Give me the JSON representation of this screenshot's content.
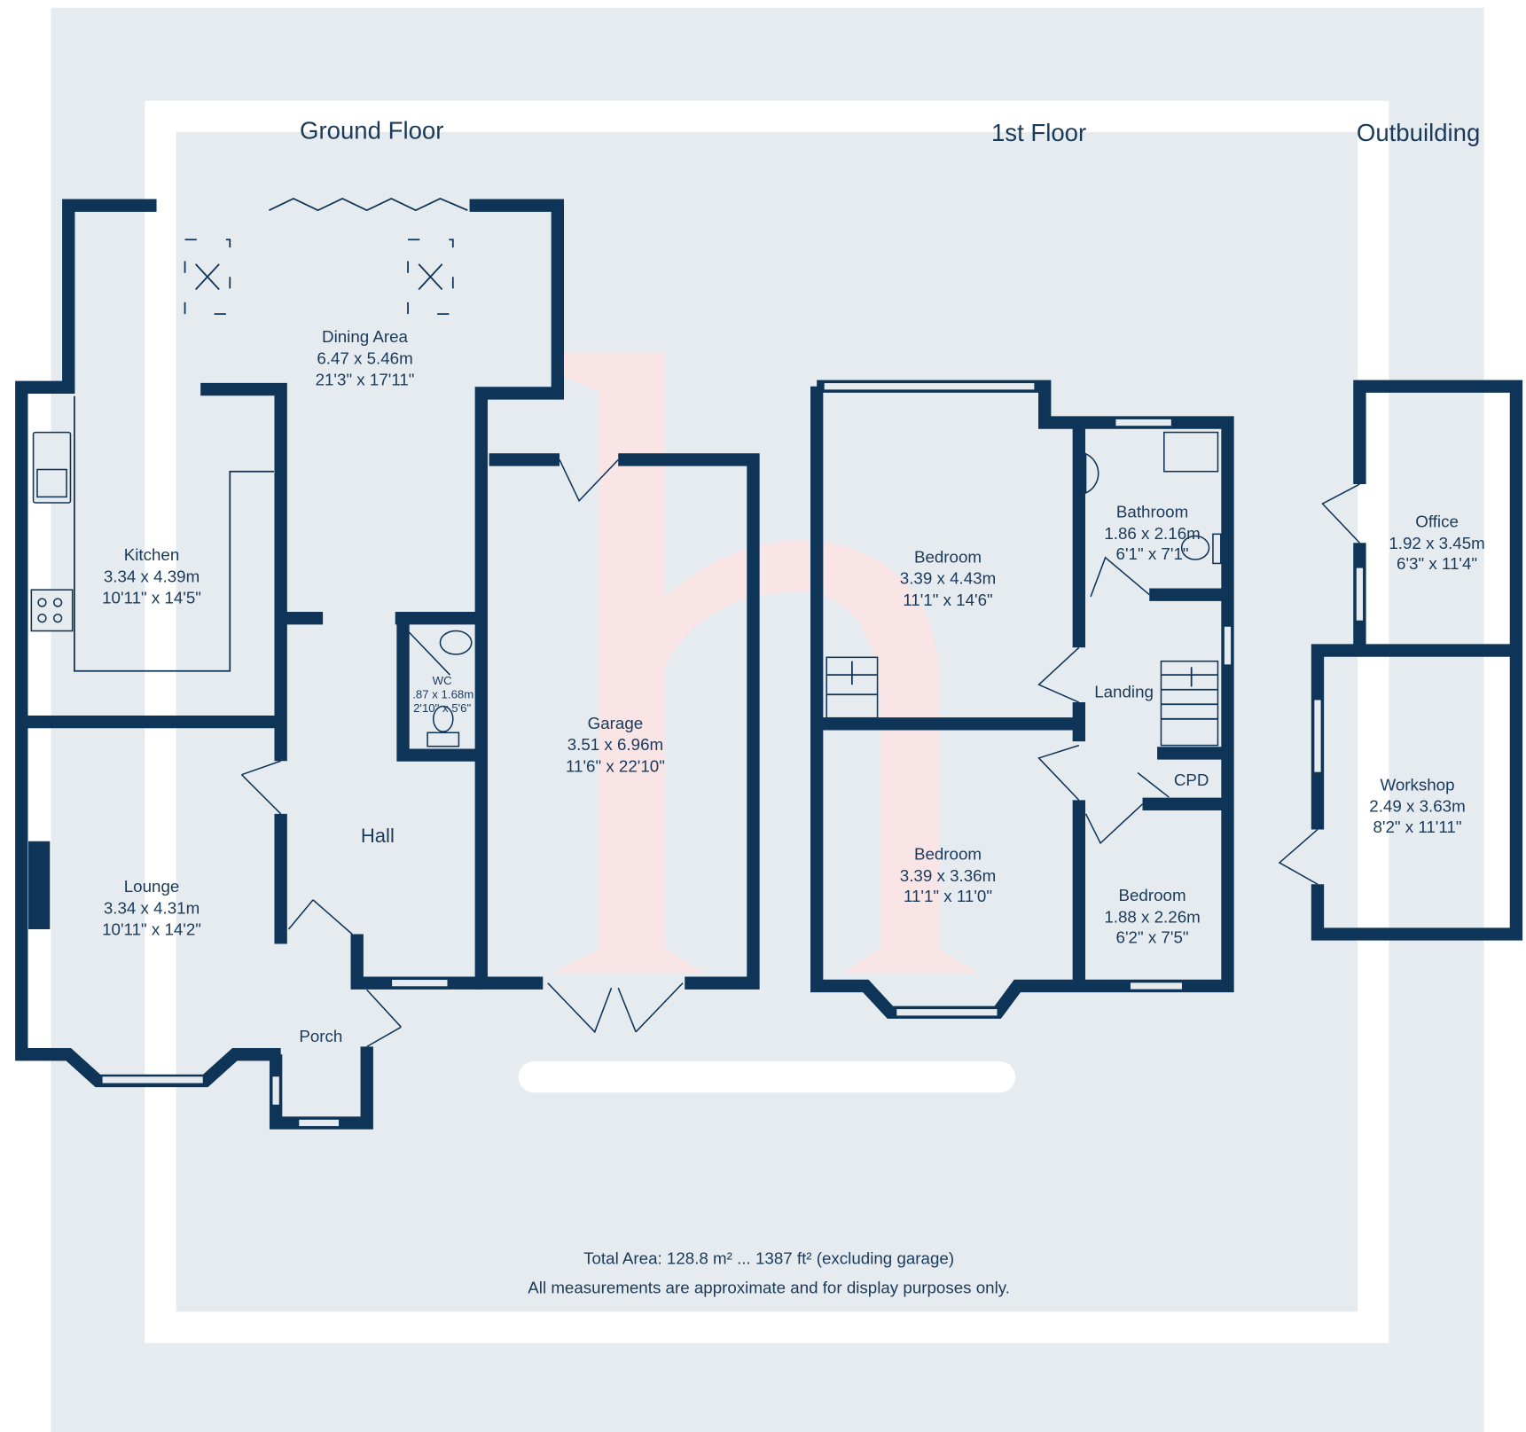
{
  "floors": {
    "ground": "Ground Floor",
    "first": "1st Floor",
    "outbuilding": "Outbuilding"
  },
  "rooms": {
    "dining": {
      "name": "Dining Area",
      "metric": "6.47 x 5.46m",
      "imperial": "21'3\" x 17'11\""
    },
    "kitchen": {
      "name": "Kitchen",
      "metric": "3.34 x 4.39m",
      "imperial": "10'11\" x 14'5\""
    },
    "lounge": {
      "name": "Lounge",
      "metric": "3.34 x 4.31m",
      "imperial": "10'11\" x 14'2\""
    },
    "wc": {
      "name": "WC",
      "metric": ".87 x 1.68m",
      "imperial": "2'10\" x 5'6\""
    },
    "hall": {
      "name": "Hall"
    },
    "porch": {
      "name": "Porch"
    },
    "garage": {
      "name": "Garage",
      "metric": "3.51 x 6.96m",
      "imperial": "11'6\" x 22'10\""
    },
    "bedroom1": {
      "name": "Bedroom",
      "metric": "3.39 x 4.43m",
      "imperial": "11'1\" x 14'6\""
    },
    "bathroom": {
      "name": "Bathroom",
      "metric": "1.86 x 2.16m",
      "imperial": "6'1\" x 7'1\""
    },
    "landing": {
      "name": "Landing"
    },
    "cpd": {
      "name": "CPD"
    },
    "bedroom2": {
      "name": "Bedroom",
      "metric": "3.39 x 3.36m",
      "imperial": "11'1\" x 11'0\""
    },
    "bedroom3": {
      "name": "Bedroom",
      "metric": "1.88 x 2.26m",
      "imperial": "6'2\" x 7'5\""
    },
    "office": {
      "name": "Office",
      "metric": "1.92 x 3.45m",
      "imperial": "6'3\" x 11'4\""
    },
    "workshop": {
      "name": "Workshop",
      "metric": "2.49 x 3.63m",
      "imperial": "8'2\" x 11'11\""
    }
  },
  "footer": {
    "total_area": "Total Area: 128.8 m² ... 1387 ft² (excluding garage)",
    "disclaimer": "All measurements are approximate and for display purposes only."
  },
  "colors": {
    "wall": "#0e3457",
    "background": "#e6ebf0",
    "watermark": "#f9e4e6"
  }
}
